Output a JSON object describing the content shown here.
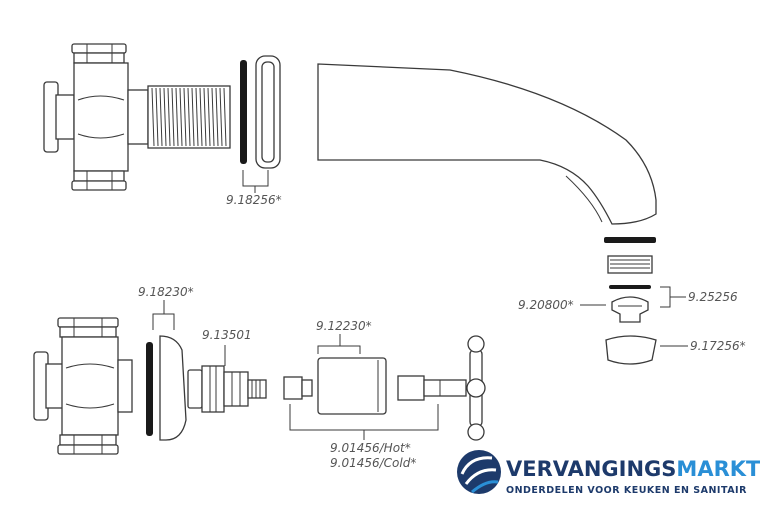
{
  "labels": {
    "part_9_18256": "9.18256*",
    "part_9_18230": "9.18230*",
    "part_9_13501": "9.13501",
    "part_9_12230": "9.12230*",
    "part_9_01456_hot": "9.01456/Hot*",
    "part_9_01456_cold": "9.01456/Cold*",
    "part_9_20800": "9.20800*",
    "part_9_25256": "9.25256",
    "part_9_17256": "9.17256*"
  },
  "brand": {
    "name_part1": "VERVANGINGS",
    "name_part2": "MARKT",
    "tagline": "ONDERDELEN VOOR KEUKEN EN SANITAIR",
    "logo_icon": "swirl-logo-icon",
    "color_dark": "#1d3a6b",
    "color_light": "#2a8fd6"
  },
  "colors": {
    "line": "#3a3a3a",
    "label": "#555555",
    "background": "#ffffff"
  }
}
